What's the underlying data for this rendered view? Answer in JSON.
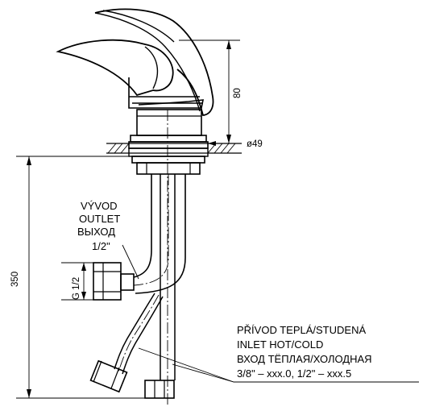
{
  "dimensions": {
    "height_top": "80",
    "diameter": "ø49",
    "total_height": "350",
    "thread": "G 1/2"
  },
  "outlet": {
    "lines": [
      "VÝVOD",
      "OUTLET",
      "ВЫХОД",
      "1/2\""
    ]
  },
  "inlet": {
    "lines": [
      "PŘÍVOD TEPLÁ/STUDENÁ",
      "INLET HOT/COLD",
      "ВХОД ТЁПЛАЯ/ХОЛОДНАЯ",
      "3/8\" – xxx.0, 1/2\" – xxx.5"
    ]
  }
}
